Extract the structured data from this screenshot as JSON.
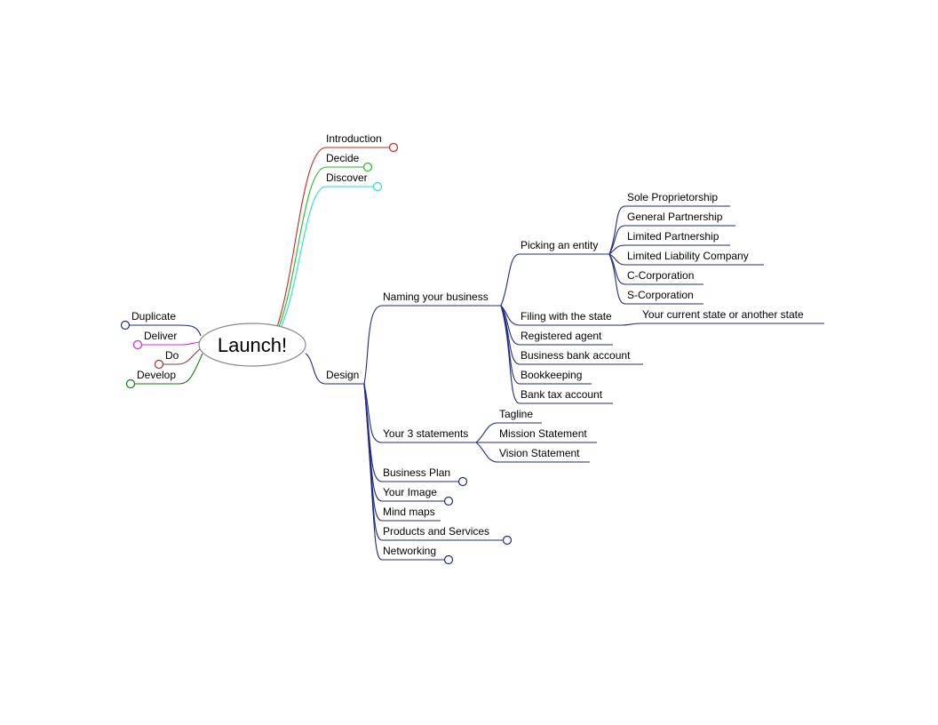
{
  "mindmap": {
    "root": "Launch!",
    "colors": {
      "navy": "#1f2a80",
      "red": "#cc2222",
      "green": "#22bb22",
      "cyan": "#22dddd",
      "magenta": "#dd22dd",
      "brown": "#993333",
      "darkgreen": "#117711",
      "root_border": "#888888"
    },
    "nodes": {
      "introduction": "Introduction",
      "decide": "Decide",
      "discover": "Discover",
      "duplicate": "Duplicate",
      "deliver": "Deliver",
      "do": "Do",
      "develop": "Develop",
      "design": "Design",
      "naming_your_business": "Naming your business",
      "picking_an_entity": "Picking an entity",
      "sole_proprietorship": "Sole Proprietorship",
      "general_partnership": "General Partnership",
      "limited_partnership": "Limited Partnership",
      "limited_liability_company": "Limited Liability Company",
      "c_corporation": "C-Corporation",
      "s_corporation": "S-Corporation",
      "filing_with_the_state": "Filing with the state",
      "your_current_state": "Your current state or another state",
      "registered_agent": "Registered agent",
      "business_bank_account": "Business bank account",
      "bookkeeping": "Bookkeeping",
      "bank_tax_account": "Bank tax account",
      "your_3_statements": "Your 3 statements",
      "tagline": "Tagline",
      "mission_statement": "Mission Statement",
      "vision_statement": "Vision Statement",
      "business_plan": "Business Plan",
      "your_image": "Your Image",
      "mind_maps": "Mind maps",
      "products_and_services": "Products and Services",
      "networking": "Networking"
    }
  }
}
